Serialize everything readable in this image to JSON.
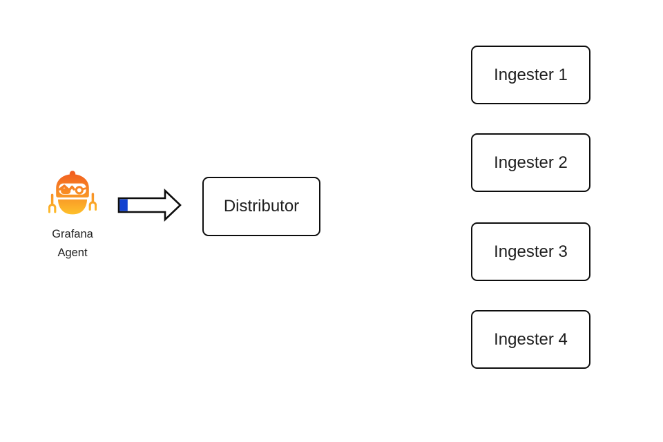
{
  "agent": {
    "icon": "grafana-agent-robot-icon",
    "label_lines": [
      "Grafana",
      "Agent"
    ]
  },
  "arrow": {
    "icon": "right-arrow-icon"
  },
  "nodes": {
    "distributor": {
      "label": "Distributor"
    },
    "ingesters": [
      {
        "label": "Ingester 1"
      },
      {
        "label": "Ingester 2"
      },
      {
        "label": "Ingester 3"
      },
      {
        "label": "Ingester 4"
      }
    ]
  },
  "colors": {
    "background": "#ffffff",
    "outline": "#0d0d0d",
    "text": "#1d1d1d",
    "arrow_accent_blue": "#1141d0",
    "agent_gradient_top": "#f1581f",
    "agent_gradient_bottom": "#ffc92c"
  }
}
